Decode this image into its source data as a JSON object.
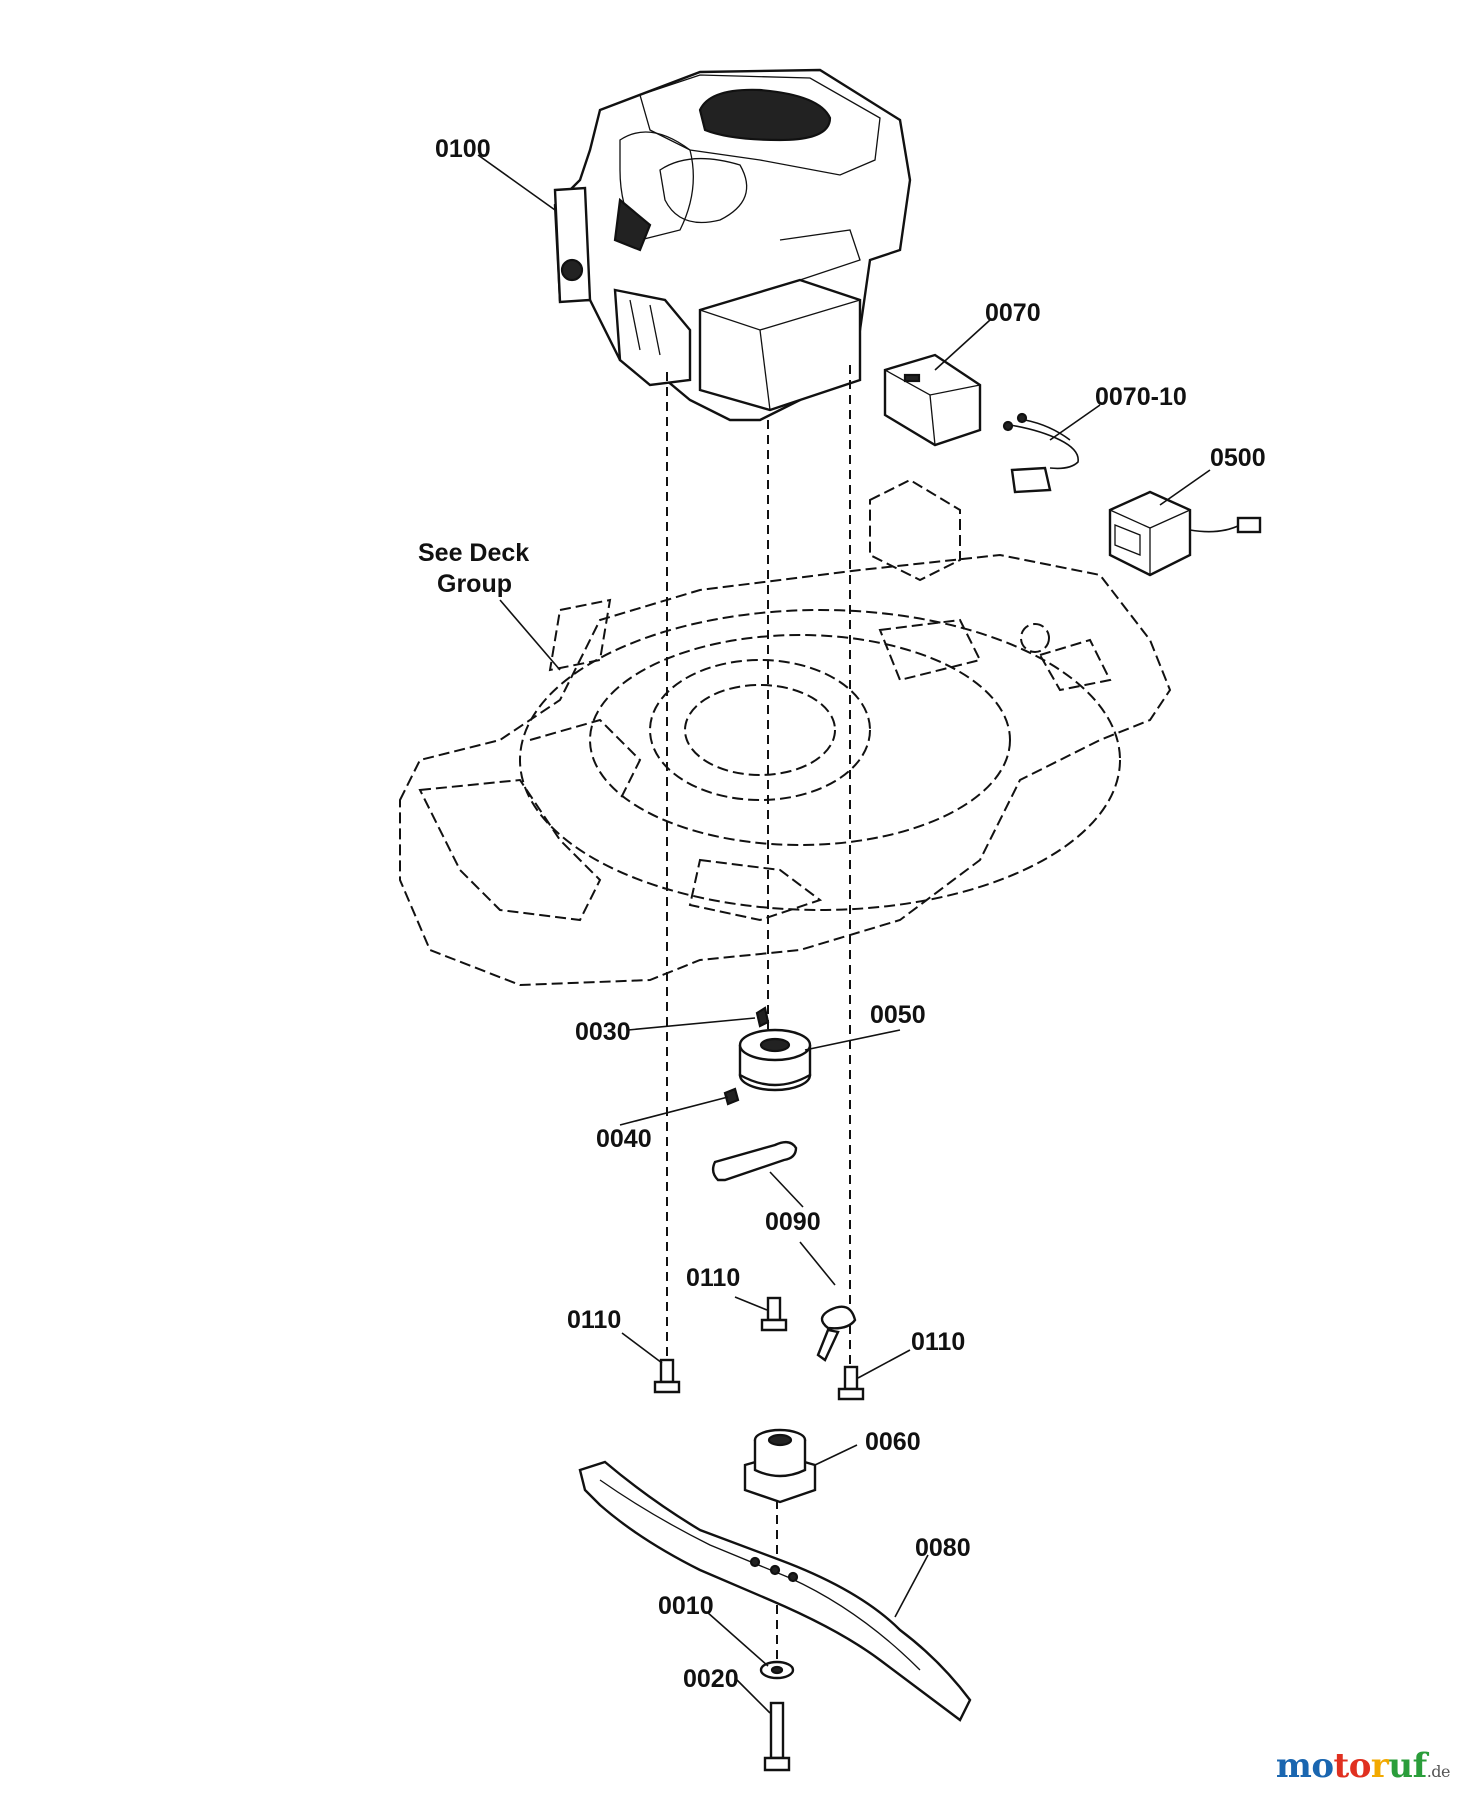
{
  "callouts": [
    {
      "id": "0100",
      "text": "0100"
    },
    {
      "id": "0070",
      "text": "0070"
    },
    {
      "id": "0070-10",
      "text": "0070-10"
    },
    {
      "id": "0500",
      "text": "0500"
    },
    {
      "id": "see-deck-1",
      "text": "See Deck"
    },
    {
      "id": "see-deck-2",
      "text": "Group"
    },
    {
      "id": "0030",
      "text": "0030"
    },
    {
      "id": "0050",
      "text": "0050"
    },
    {
      "id": "0040",
      "text": "0040"
    },
    {
      "id": "0090",
      "text": "0090"
    },
    {
      "id": "0110a",
      "text": "0110"
    },
    {
      "id": "0110b",
      "text": "0110"
    },
    {
      "id": "0110c",
      "text": "0110"
    },
    {
      "id": "0060",
      "text": "0060"
    },
    {
      "id": "0080",
      "text": "0080"
    },
    {
      "id": "0010",
      "text": "0010"
    },
    {
      "id": "0020",
      "text": "0020"
    }
  ],
  "watermark": {
    "part1": "mo",
    "part2": "to",
    "part3": "r",
    "part4": "uf",
    "suffix": ".de",
    "colors": [
      "#1a66b0",
      "#e03020",
      "#f2a900",
      "#2a9d3a"
    ]
  }
}
